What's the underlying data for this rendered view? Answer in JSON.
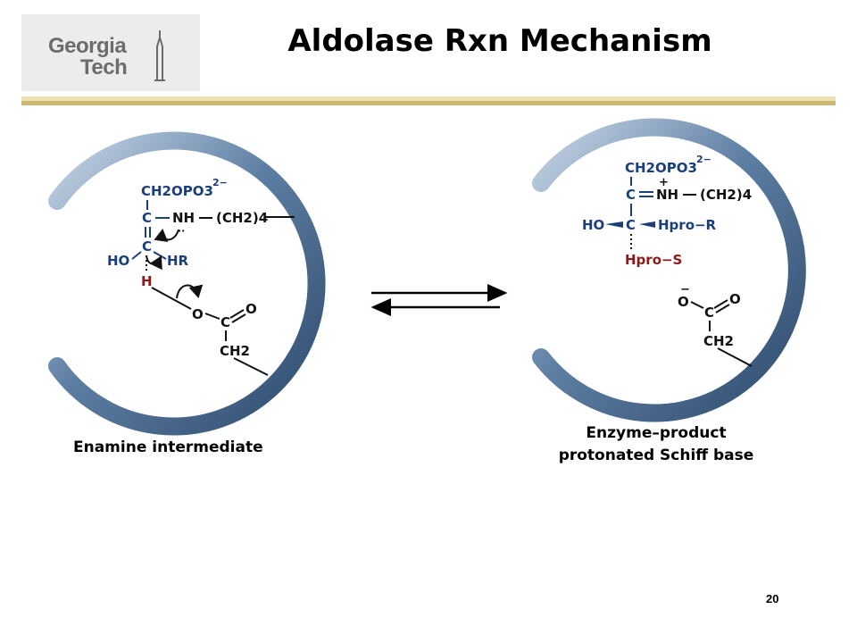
{
  "header": {
    "title": "Aldolase Rxn Mechanism",
    "logo": {
      "line1": "Georgia",
      "line2": "Tech",
      "icon": "tower-icon"
    }
  },
  "colors": {
    "rule_top": "#e8d9a6",
    "rule_bottom": "#c9b46a",
    "enzyme_ring": "#3d5f86",
    "text_blue": "#1a3f7a",
    "text_red": "#8b1a1a"
  },
  "left_panel": {
    "caption": "Enamine intermediate",
    "labels": {
      "ch2opo3": "CH2OPO3",
      "charge": "2−",
      "c_top": "C",
      "nh": "NH",
      "chain": "(CH2)4",
      "ho": "HO",
      "c_mid": "C",
      "h_r": "HR",
      "h_red": "H",
      "o_minus": "O",
      "c_carb": "C",
      "o_carb": "O",
      "ch2": "CH2"
    }
  },
  "right_panel": {
    "caption_line1": "Enzyme–product",
    "caption_line2": "protonated Schiff base",
    "labels": {
      "ch2opo3": "CH2OPO3",
      "charge": "2−",
      "plus": "+",
      "c_top": "C",
      "nh": "NH",
      "chain": "(CH2)4",
      "ho": "HO",
      "c_mid": "C",
      "h_pro_r": "Hpro−R",
      "h_pro_s": "Hpro−S",
      "o_minus": "O",
      "minus": "−",
      "c_carb": "C",
      "o_carb": "O",
      "ch2": "CH2"
    }
  },
  "footer": {
    "page_number": "20"
  }
}
